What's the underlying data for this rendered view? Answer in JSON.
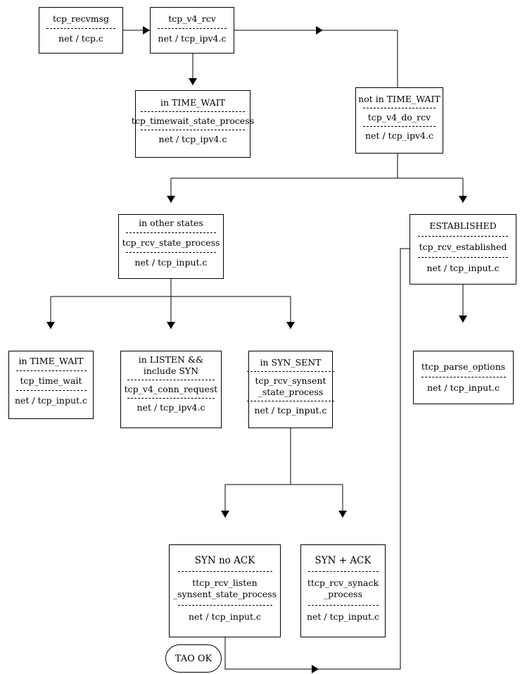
{
  "nodes": {
    "recvmsg": {
      "func": "tcp_recvmsg",
      "file": "net / tcp.c"
    },
    "v4_rcv": {
      "func": "tcp_v4_rcv",
      "file": "net / tcp_ipv4.c"
    },
    "timewait_top": {
      "state": "in TIME_WAIT",
      "func": "tcp_timewait_state_process",
      "file": "net / tcp_ipv4.c"
    },
    "not_timewait": {
      "state": "not in TIME_WAIT",
      "func": "tcp_v4_do_rcv",
      "file": "net / tcp_ipv4.c"
    },
    "other_states": {
      "state": "in other states",
      "func": "tcp_rcv_state_process",
      "file": "net / tcp_input.c"
    },
    "established": {
      "state": "ESTABLISHED",
      "func": "tcp_rcv_established",
      "file": "net / tcp_input.c"
    },
    "time_wait": {
      "state": "in TIME_WAIT",
      "func": "tcp_time_wait",
      "file": "net / tcp_input.c"
    },
    "listen_syn": {
      "state_line1": "in LISTEN &&",
      "state_line2": "include SYN",
      "func": "tcp_v4_conn_request",
      "file": "net / tcp_ipv4.c"
    },
    "syn_sent": {
      "state": "in SYN_SENT",
      "func_line1": "tcp_rcv_synsent",
      "func_line2": "_state_process",
      "file": "net / tcp_input.c"
    },
    "parse_options": {
      "func": "ttcp_parse_options",
      "file": "net / tcp_input.c"
    },
    "syn_no_ack": {
      "state": "SYN no ACK",
      "func_line1": "ttcp_rcv_listen",
      "func_line2": "_synsent_state_process",
      "file": "net / tcp_input.c"
    },
    "syn_ack": {
      "state": "SYN + ACK",
      "func_line1": "ttcp_rcv_synack",
      "func_line2": "_process",
      "file": "net / tcp_input.c"
    }
  },
  "tao_label": "TAO OK"
}
